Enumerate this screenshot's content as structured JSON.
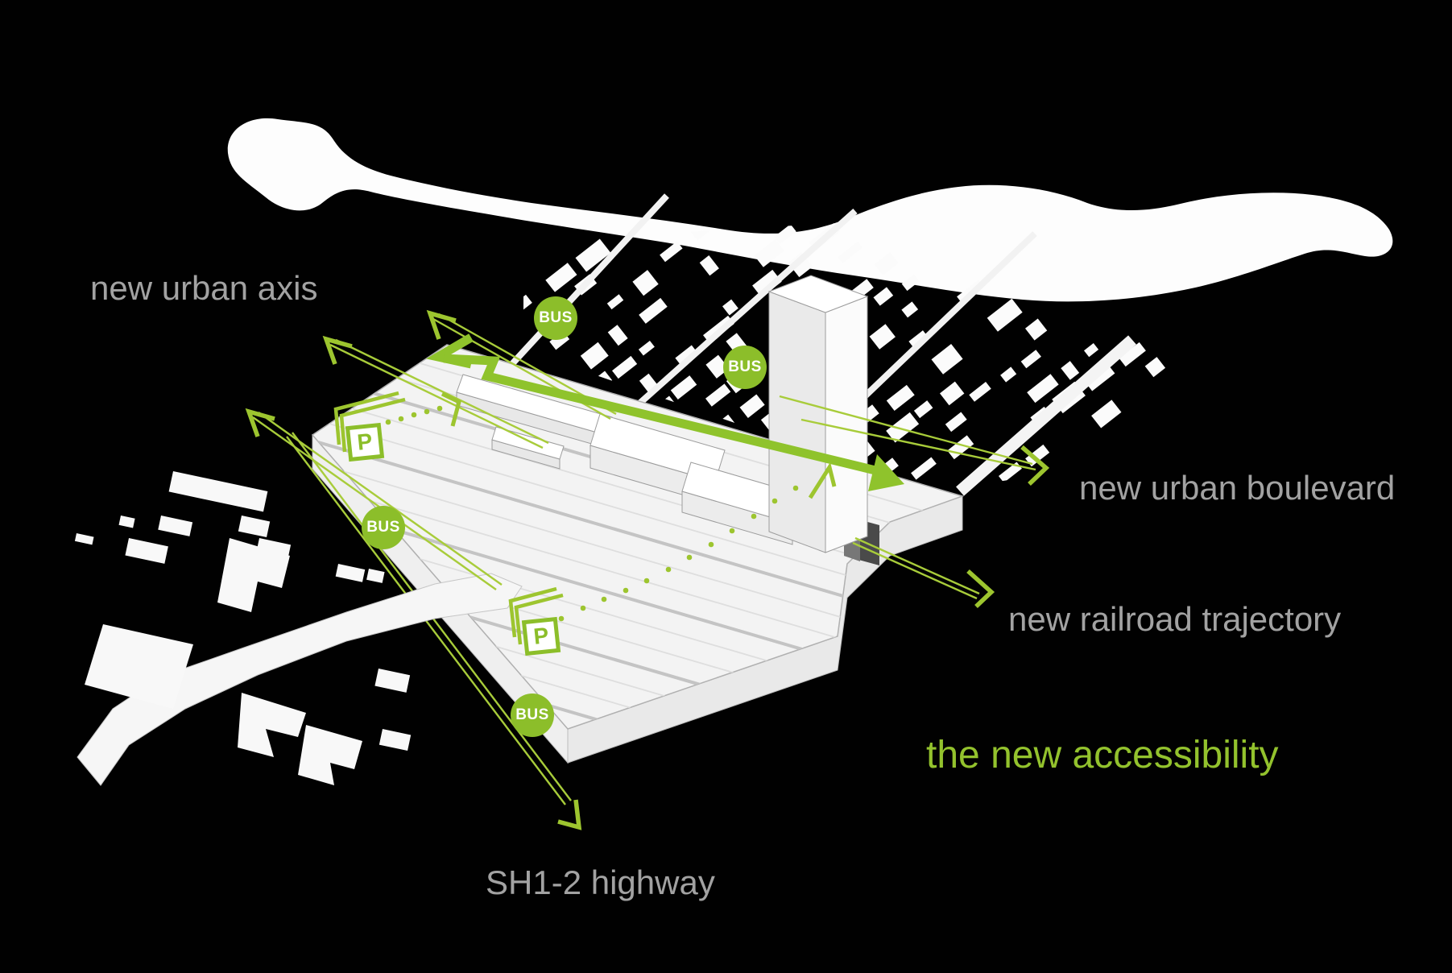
{
  "title": {
    "text": "the new accessibility"
  },
  "labels": {
    "urban_axis": "new urban axis",
    "urban_boulevard": "new urban boulevard",
    "railroad_trajectory": "new railroad trajectory",
    "highway": "SH1-2 highway"
  },
  "markers": {
    "bus_label": "BUS",
    "parking_label": "P"
  },
  "colors": {
    "background": "#000000",
    "model_white": "#F4F4F4",
    "annotation_green": "#8CBE2A",
    "line_green": "#A8CC3A",
    "label_gray": "#A2A2A2",
    "title_green": "#93C22D"
  }
}
